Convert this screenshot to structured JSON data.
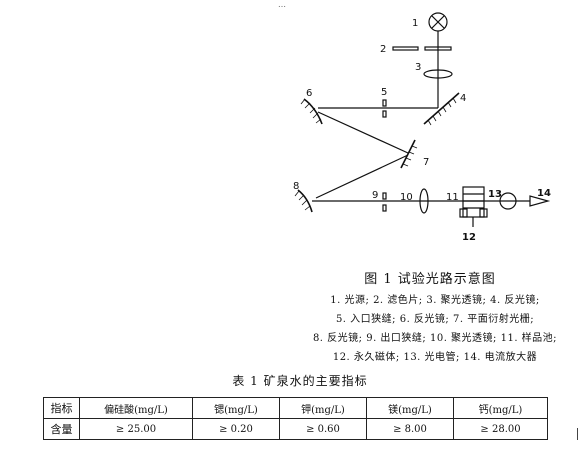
{
  "top_fragment": "…",
  "diagram": {
    "labels": [
      "1",
      "2",
      "3",
      "4",
      "5",
      "6",
      "7",
      "8",
      "9",
      "10",
      "11",
      "12",
      "13",
      "14"
    ]
  },
  "figure": {
    "title": "图 1   试验光路示意图",
    "legend": [
      "1. 光源; 2. 滤色片; 3. 聚光透镜; 4. 反光镜;",
      "5. 入口狭缝; 6. 反光镜; 7. 平面衍射光栅;",
      "8. 反光镜; 9. 出口狭缝; 10. 聚光透镜; 11. 样品池;",
      "12. 永久磁体; 13. 光电管; 14. 电流放大器"
    ]
  },
  "table": {
    "title": "表 1    矿泉水的主要指标",
    "header": [
      "指标",
      "偏硅酸(mg/L)",
      "锶(mg/L)",
      "钾(mg/L)",
      "镁(mg/L)",
      "钙(mg/L)"
    ],
    "row": [
      "含量",
      "≥ 25.00",
      "≥ 0.20",
      "≥ 0.60",
      "≥ 8.00",
      "≥ 28.00"
    ]
  }
}
